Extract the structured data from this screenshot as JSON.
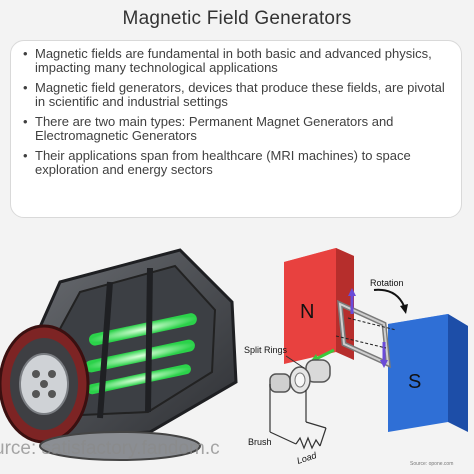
{
  "title": "Magnetic Field Generators",
  "bullets": [
    "Magnetic fields are fundamental in both basic and advanced physics, impacting many technological applications",
    "Magnetic field generators, devices that produce these fields, are pivotal in scientific and industrial settings",
    "There are two main types: Permanent Magnet Generators and Electromagnetic Generators",
    "Their applications span from healthcare (MRI machines) to space exploration and energy sectors"
  ],
  "left_image": {
    "watermark": "urce: satisfactory.fandom.c"
  },
  "diagram": {
    "north_label": "N",
    "south_label": "S",
    "rotation_label": "Rotation",
    "split_rings_label": "Split Rings",
    "brush_label": "Brush",
    "load_label": "Load",
    "credit": "Source: opone.com"
  },
  "colors": {
    "north": "#e8413f",
    "south": "#2f6fd6",
    "glow": "#5dff7a"
  }
}
